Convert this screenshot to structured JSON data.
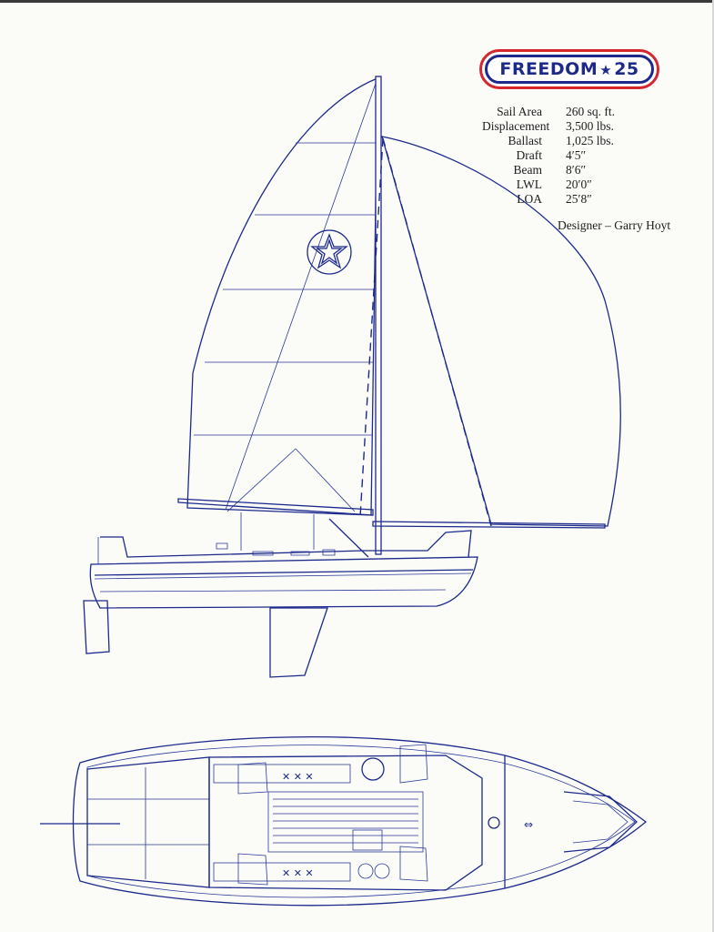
{
  "logo": {
    "name": "FREEDOM",
    "size": "25",
    "star_icon": "star-icon"
  },
  "specs": [
    {
      "label": "Sail Area",
      "value": "260 sq. ft."
    },
    {
      "label": "Displacement",
      "value": "3,500 lbs."
    },
    {
      "label": "Ballast",
      "value": "1,025 lbs."
    },
    {
      "label": "Draft",
      "value": "4′5″"
    },
    {
      "label": "Beam",
      "value": "8′6″"
    },
    {
      "label": "LWL",
      "value": "20′0″"
    },
    {
      "label": "LOA",
      "value": "25′8″"
    }
  ],
  "designer": "Designer – Garry Hoyt",
  "colors": {
    "ink": "#1c2a8c",
    "logo_red": "#d4262c",
    "logo_blue": "#1e2a8a",
    "paper": "#fbfbf8"
  },
  "icons": [
    "sail-emblem-icon",
    "star-icon"
  ]
}
